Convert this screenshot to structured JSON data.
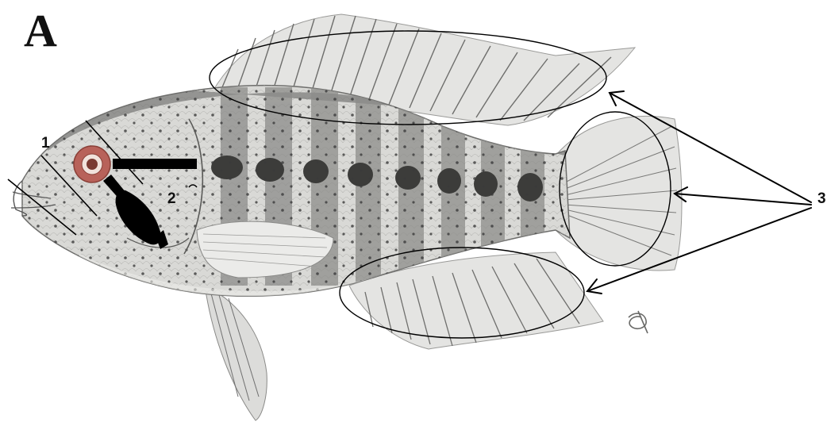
{
  "figure": {
    "panel_letter": "A",
    "labels": {
      "one": "1",
      "two": "2",
      "three": "3"
    }
  },
  "colors": {
    "background": "#ffffff",
    "fish_body": "#d9d9d6",
    "fish_dark_bars": "#7a7a78",
    "fish_spots": "#3a3a3a",
    "fin_fill": "#e4e4e2",
    "eye_ring": "#b8625a",
    "annotation_black": "#000000"
  },
  "icons": [
    "eye-marker",
    "annotation-ellipse",
    "pointer-arrow",
    "artist-signature"
  ]
}
